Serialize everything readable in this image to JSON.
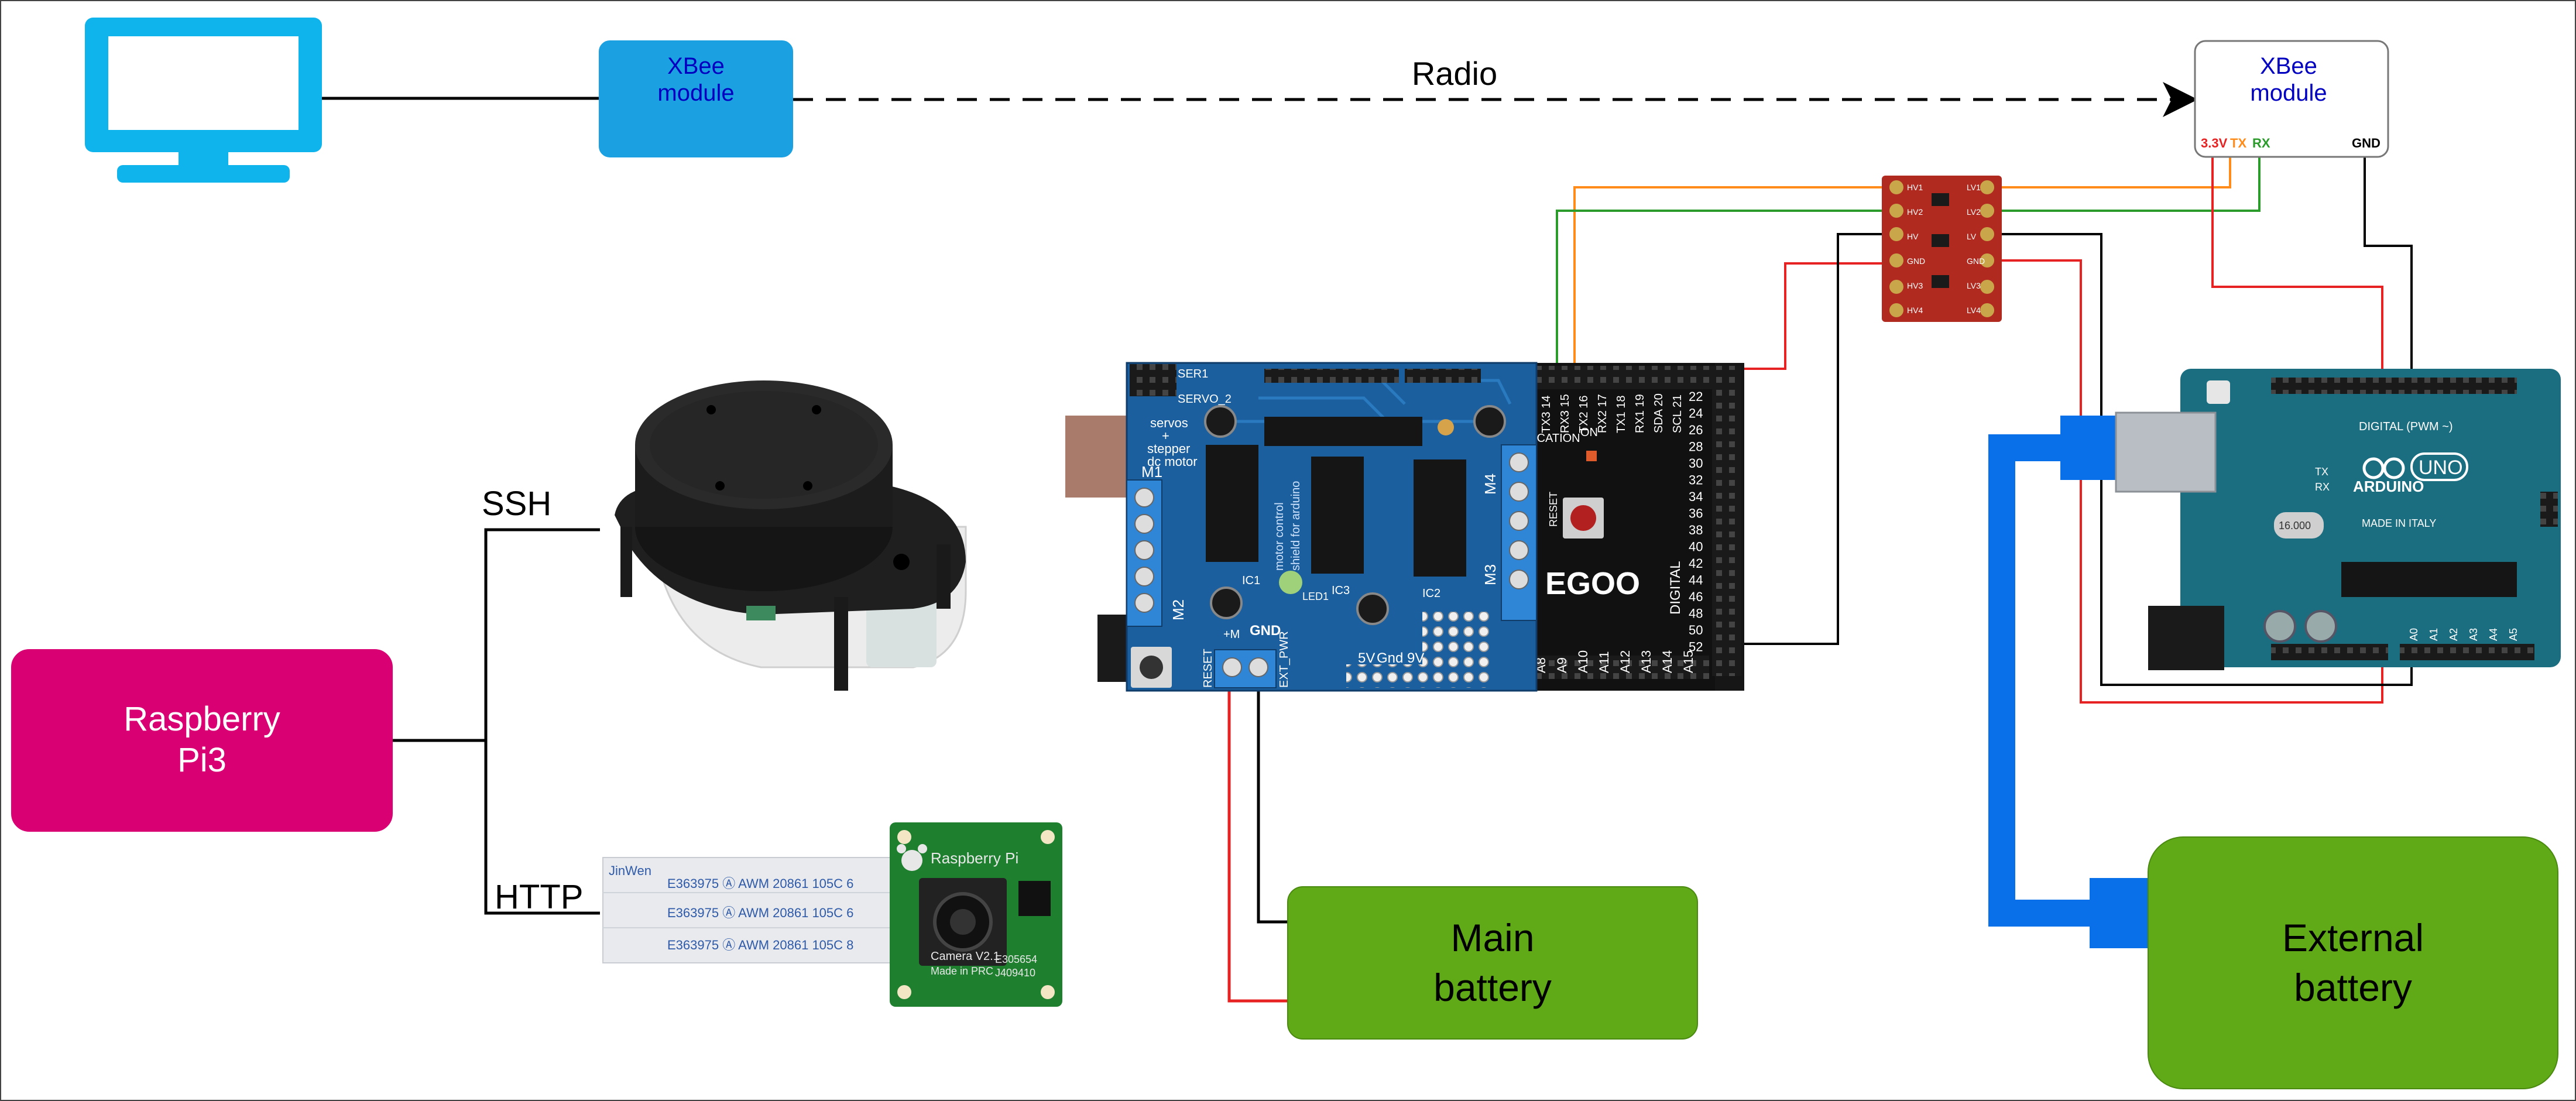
{
  "nodes": {
    "xbee_left": {
      "line1": "XBee",
      "line2": "module",
      "fill": "#1ba1e2"
    },
    "xbee_right": {
      "line1": "XBee",
      "line2": "module",
      "pins": {
        "v33": "3.3V",
        "tx": "TX",
        "rx": "RX",
        "gnd": "GND"
      }
    },
    "raspberry": {
      "line1": "Raspberry",
      "line2": "Pi3",
      "fill": "#d80073"
    },
    "main_battery": {
      "line1": "Main",
      "line2": "battery",
      "fill": "#60a917"
    },
    "external_battery": {
      "line1": "External",
      "line2": "battery",
      "fill": "#60a917"
    }
  },
  "edges": {
    "radio": "Radio",
    "ssh": "SSH",
    "http": "HTTP"
  },
  "devices": {
    "motor_shield": {
      "pins_top": [
        "SER1",
        "SERVO_2"
      ],
      "side_text": [
        "servos",
        "+",
        "stepper",
        "dc motor"
      ],
      "motors": [
        "M1",
        "M2",
        "M3",
        "M4"
      ],
      "chips": [
        "IC1",
        "IC2",
        "IC3"
      ],
      "center_text": [
        "motor control",
        "shield for arduino"
      ],
      "bottom_text": [
        "5V",
        "Gnd",
        "9V"
      ],
      "power": [
        "+M",
        "GND",
        "EXT_PWR",
        "RESET"
      ],
      "led": "LED1"
    },
    "mega": {
      "brand": "EGOO",
      "pins": [
        "22",
        "24",
        "26",
        "28",
        "30",
        "32",
        "34",
        "36",
        "38",
        "40",
        "42",
        "44",
        "46",
        "48",
        "50",
        "52"
      ],
      "analog": [
        "A8",
        "A9",
        "A10",
        "A11",
        "A12",
        "A13",
        "A14",
        "A15"
      ],
      "comm": [
        "TX3 14",
        "RX3 15",
        "TX2 16",
        "RX2 17",
        "TX1 18",
        "RX1 19",
        "SDA 20",
        "SCL 21"
      ],
      "digital_label": "DIGITAL",
      "comm_label": "ICATION",
      "on_label": "ON",
      "reset_label": "RESET"
    },
    "uno": {
      "brand": "ARDUINO",
      "model": "UNO",
      "made_in": "MADE IN ITALY",
      "digital_label": "DIGITAL (PWM ~)",
      "tx": "TX",
      "rx": "RX",
      "analog": [
        "A0",
        "A1",
        "A2",
        "A3",
        "A4",
        "A5"
      ],
      "crystal": "16.000"
    },
    "camera": {
      "cable_lines": [
        "E363975  Ⓐ AWM  20861 105C  6",
        "E363975  Ⓐ AWM  20861 105C  6",
        "E363975  Ⓐ AWM  20861 105C  8"
      ],
      "cable_brand": "JinWen",
      "board_brand": "Raspberry Pi",
      "version": "Camera V2.1",
      "made_in": "Made in PRC",
      "code": "E305654",
      "date": "J409410"
    },
    "level_shifter": {
      "pins": [
        "HV1",
        "HV2",
        "HV",
        "GND",
        "HV3",
        "HV4",
        "LV1",
        "LV2",
        "LV",
        "GND",
        "LV3",
        "LV4"
      ]
    }
  },
  "colors": {
    "wire_black": "#000000",
    "wire_red": "#e62222",
    "wire_orange": "#ff8c1a",
    "wire_green": "#2b9b2b",
    "usb_blue": "#0a70ea",
    "monitor": "#10b4ec",
    "pcb_blue": "#1b5f9e",
    "pcb_teal": "#1a6e80",
    "header_black": "#1a1a1a",
    "level_red": "#b02a20"
  },
  "icons": {
    "monitor": "monitor-icon",
    "lidar": "lidar-sensor-icon",
    "camera": "camera-module-icon"
  }
}
